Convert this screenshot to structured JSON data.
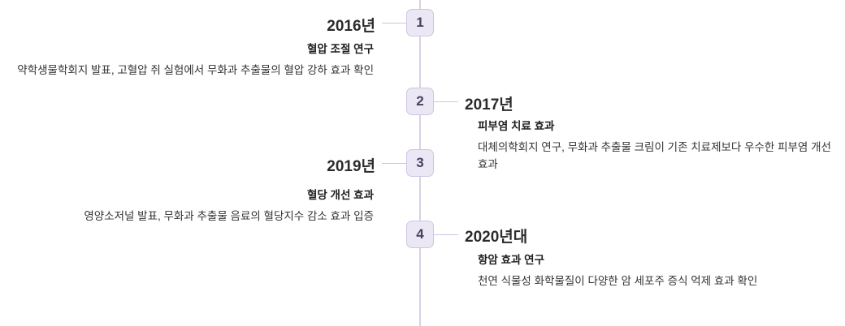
{
  "timeline": {
    "line_color": "#d9d2e6",
    "marker_bg": "#ece7f5",
    "marker_border": "#cfc5e2",
    "marker_text_color": "#4a3f63",
    "entries": [
      {
        "number": "1",
        "year": "2016년",
        "side": "left",
        "title": "혈압 조절 연구",
        "description": "약학생물학회지 발표, 고혈압 쥐 실험에서 무화과 추출물의 혈압 강하 효과 확인"
      },
      {
        "number": "2",
        "year": "2017년",
        "side": "right",
        "title": "피부염 치료 효과",
        "description": "대체의학회지 연구, 무화과 추출물 크림이 기존 치료제보다 우수한 피부염 개선 효과"
      },
      {
        "number": "3",
        "year": "2019년",
        "side": "left",
        "title": "혈당 개선 효과",
        "description": "영양소저널 발표, 무화과 추출물 음료의 혈당지수 감소 효과 입증"
      },
      {
        "number": "4",
        "year": "2020년대",
        "side": "right",
        "title": "항암 효과 연구",
        "description": "천연 식물성 화학물질이 다양한 암 세포주 증식 억제 효과 확인"
      }
    ]
  }
}
